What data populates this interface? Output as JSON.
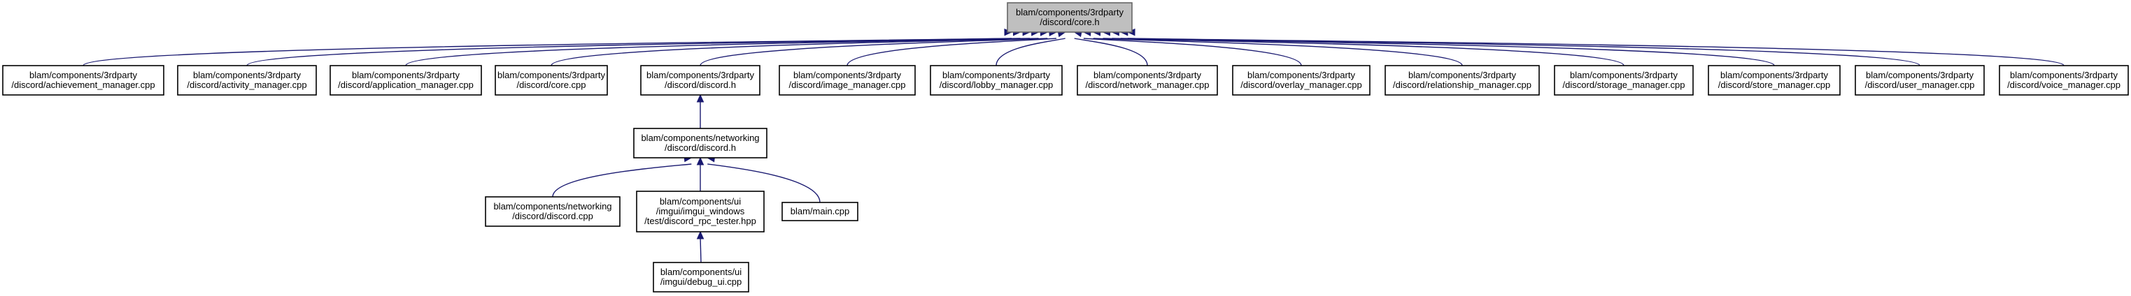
{
  "nodes": [
    {
      "id": "core_h",
      "lines": [
        "blam/components/3rdparty",
        "/discord/core.h"
      ],
      "root": true
    },
    {
      "id": "achievement_manager_cpp",
      "lines": [
        "blam/components/3rdparty",
        "/discord/achievement_manager.cpp"
      ]
    },
    {
      "id": "activity_manager_cpp",
      "lines": [
        "blam/components/3rdparty",
        "/discord/activity_manager.cpp"
      ]
    },
    {
      "id": "application_manager_cpp",
      "lines": [
        "blam/components/3rdparty",
        "/discord/application_manager.cpp"
      ]
    },
    {
      "id": "core_cpp",
      "lines": [
        "blam/components/3rdparty",
        "/discord/core.cpp"
      ]
    },
    {
      "id": "discord_h",
      "lines": [
        "blam/components/3rdparty",
        "/discord/discord.h"
      ]
    },
    {
      "id": "image_manager_cpp",
      "lines": [
        "blam/components/3rdparty",
        "/discord/image_manager.cpp"
      ]
    },
    {
      "id": "lobby_manager_cpp",
      "lines": [
        "blam/components/3rdparty",
        "/discord/lobby_manager.cpp"
      ]
    },
    {
      "id": "network_manager_cpp",
      "lines": [
        "blam/components/3rdparty",
        "/discord/network_manager.cpp"
      ]
    },
    {
      "id": "overlay_manager_cpp",
      "lines": [
        "blam/components/3rdparty",
        "/discord/overlay_manager.cpp"
      ]
    },
    {
      "id": "relationship_manager_cpp",
      "lines": [
        "blam/components/3rdparty",
        "/discord/relationship_manager.cpp"
      ]
    },
    {
      "id": "storage_manager_cpp",
      "lines": [
        "blam/components/3rdparty",
        "/discord/storage_manager.cpp"
      ]
    },
    {
      "id": "store_manager_cpp",
      "lines": [
        "blam/components/3rdparty",
        "/discord/store_manager.cpp"
      ]
    },
    {
      "id": "user_manager_cpp",
      "lines": [
        "blam/components/3rdparty",
        "/discord/user_manager.cpp"
      ]
    },
    {
      "id": "voice_manager_cpp",
      "lines": [
        "blam/components/3rdparty",
        "/discord/voice_manager.cpp"
      ]
    },
    {
      "id": "networking_discord_h",
      "lines": [
        "blam/components/networking",
        "/discord/discord.h"
      ]
    },
    {
      "id": "networking_discord_cpp",
      "lines": [
        "blam/components/networking",
        "/discord/discord.cpp"
      ]
    },
    {
      "id": "discord_rpc_tester_hpp",
      "lines": [
        "blam/components/ui",
        "/imgui/imgui_windows",
        "/test/discord_rpc_tester.hpp"
      ]
    },
    {
      "id": "main_cpp",
      "lines": [
        "blam/main.cpp"
      ]
    },
    {
      "id": "debug_ui_cpp",
      "lines": [
        "blam/components/ui",
        "/imgui/debug_ui.cpp"
      ]
    }
  ],
  "edges": [
    {
      "from": "achievement_manager_cpp",
      "to": "core_h"
    },
    {
      "from": "activity_manager_cpp",
      "to": "core_h"
    },
    {
      "from": "application_manager_cpp",
      "to": "core_h"
    },
    {
      "from": "core_cpp",
      "to": "core_h"
    },
    {
      "from": "discord_h",
      "to": "core_h"
    },
    {
      "from": "image_manager_cpp",
      "to": "core_h"
    },
    {
      "from": "lobby_manager_cpp",
      "to": "core_h"
    },
    {
      "from": "network_manager_cpp",
      "to": "core_h"
    },
    {
      "from": "overlay_manager_cpp",
      "to": "core_h"
    },
    {
      "from": "relationship_manager_cpp",
      "to": "core_h"
    },
    {
      "from": "storage_manager_cpp",
      "to": "core_h"
    },
    {
      "from": "store_manager_cpp",
      "to": "core_h"
    },
    {
      "from": "user_manager_cpp",
      "to": "core_h"
    },
    {
      "from": "voice_manager_cpp",
      "to": "core_h"
    },
    {
      "from": "networking_discord_h",
      "to": "discord_h"
    },
    {
      "from": "networking_discord_cpp",
      "to": "networking_discord_h"
    },
    {
      "from": "discord_rpc_tester_hpp",
      "to": "networking_discord_h"
    },
    {
      "from": "main_cpp",
      "to": "networking_discord_h"
    },
    {
      "from": "debug_ui_cpp",
      "to": "discord_rpc_tester_hpp"
    }
  ],
  "colors": {
    "edge": "#191970",
    "root_fill": "#bfbfbf",
    "root_stroke": "#666666",
    "node_stroke": "#000000"
  }
}
